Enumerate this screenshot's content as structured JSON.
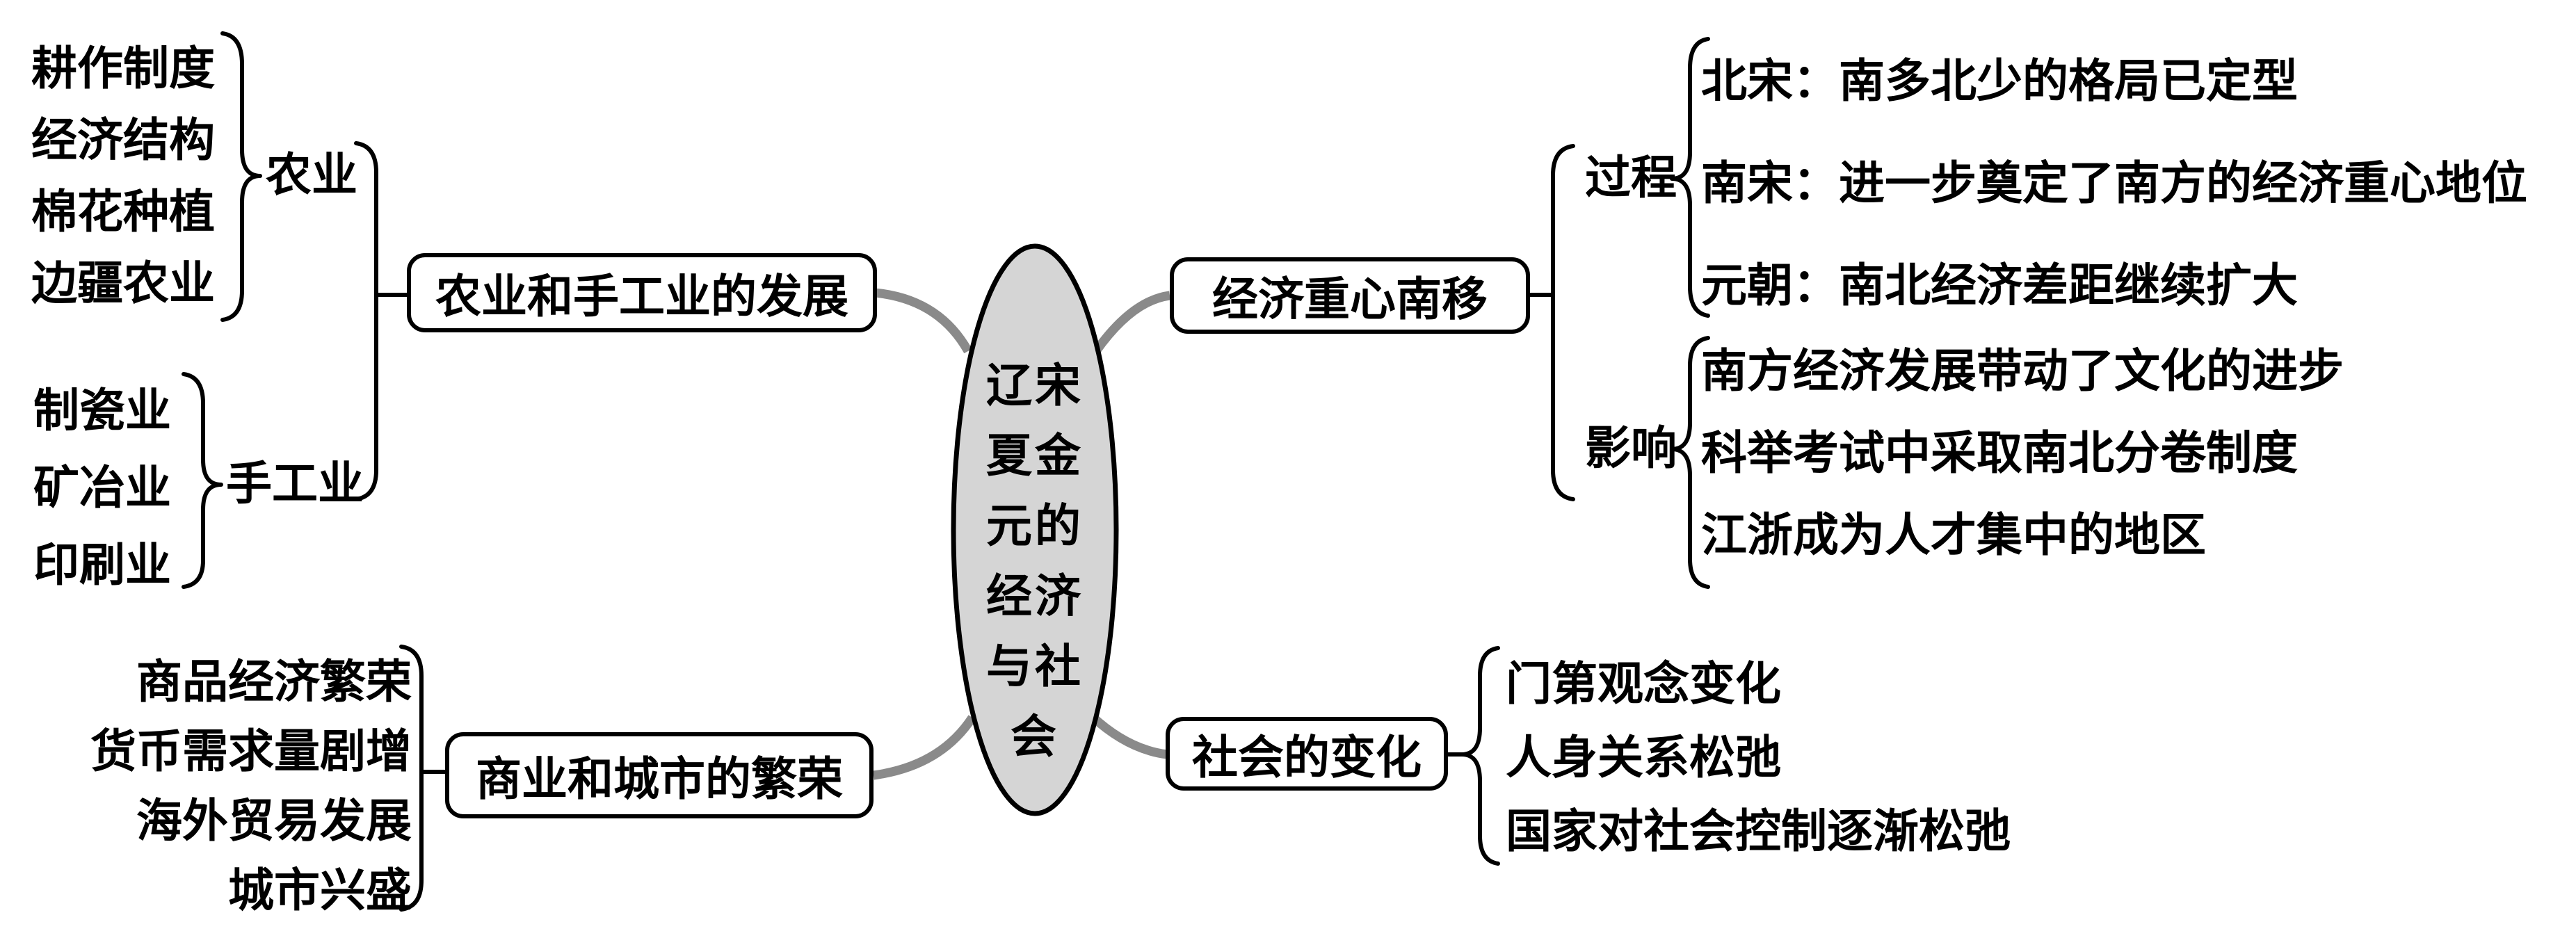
{
  "center": {
    "label": "辽宋夏金元的经济与社会"
  },
  "branches": {
    "agri_handicraft": {
      "label": "农业和手工业的发展",
      "groups": [
        {
          "label": "农业",
          "items": [
            "耕作制度",
            "经济结构",
            "棉花种植",
            "边疆农业"
          ]
        },
        {
          "label": "手工业",
          "items": [
            "制瓷业",
            "矿冶业",
            "印刷业"
          ]
        }
      ]
    },
    "commerce": {
      "label": "商业和城市的繁荣",
      "items": [
        "商品经济繁荣",
        "货币需求量剧增",
        "海外贸易发展",
        "城市兴盛"
      ]
    },
    "economic_shift": {
      "label": "经济重心南移",
      "groups": [
        {
          "label": "过程",
          "items": [
            "北宋：南多北少的格局已定型",
            "南宋：进一步奠定了南方的经济重心地位",
            "元朝：南北经济差距继续扩大"
          ]
        },
        {
          "label": "影响",
          "items": [
            "南方经济发展带动了文化的进步",
            "科举考试中采取南北分卷制度",
            "江浙成为人才集中的地区"
          ]
        }
      ]
    },
    "social_change": {
      "label": "社会的变化",
      "items": [
        "门第观念变化",
        "人身关系松弛",
        "国家对社会控制逐渐松弛"
      ]
    }
  },
  "colors": {
    "background": "#ffffff",
    "outline": "#000000",
    "connector": "#8a8a8a",
    "center_fill": "#d5d5d5"
  }
}
